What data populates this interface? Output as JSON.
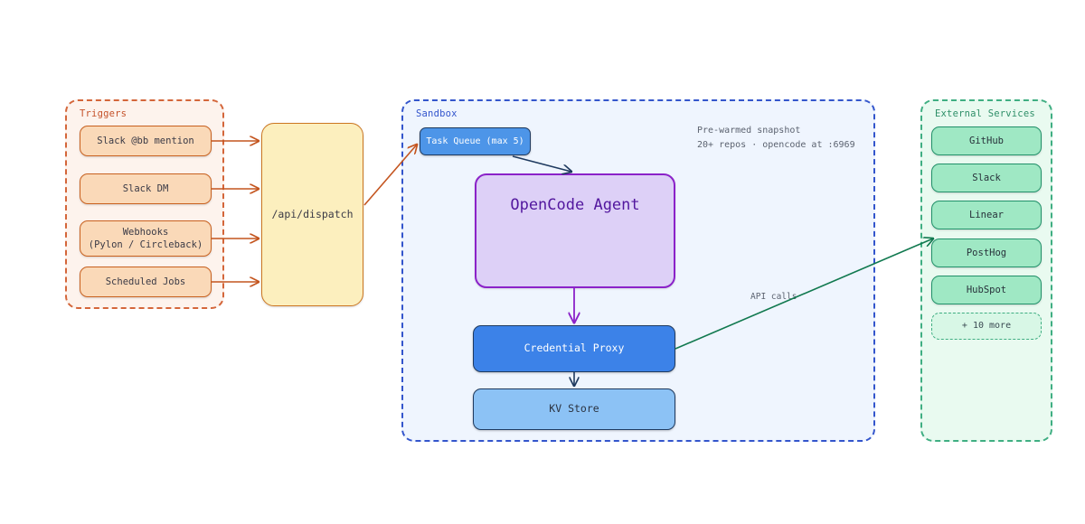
{
  "groups": {
    "triggers": {
      "label": "Triggers",
      "color": "#c5522a"
    },
    "sandbox": {
      "label": "Sandbox",
      "color": "#3355cc"
    },
    "external": {
      "label": "External Services",
      "color": "#2e8f68"
    }
  },
  "triggers": [
    {
      "label": "Slack @bb mention"
    },
    {
      "label": "Slack DM"
    },
    {
      "label": "Webhooks",
      "sub": "(Pylon / Circleback)"
    },
    {
      "label": "Scheduled Jobs"
    }
  ],
  "dispatch": {
    "label": "/api/dispatch"
  },
  "sandbox": {
    "task_queue": {
      "label": "Task Queue (max 5)"
    },
    "agent": {
      "label": "OpenCode Agent"
    },
    "credential_proxy": {
      "label": "Credential Proxy"
    },
    "kv_store": {
      "label": "KV Store"
    },
    "note_line1": "Pre-warmed snapshot",
    "note_line2": "20+ repos · opencode at :6969"
  },
  "services": [
    {
      "label": "GitHub"
    },
    {
      "label": "Slack"
    },
    {
      "label": "Linear"
    },
    {
      "label": "PostHog"
    },
    {
      "label": "HubSpot"
    }
  ],
  "services_more": {
    "label": "+ 10 more"
  },
  "edges": {
    "api_calls_label": "API calls"
  },
  "colors": {
    "trigger_arrow": "#c4551f",
    "queue_arrow": "#1f3a5f",
    "agent_arrow": "#8b22c9",
    "api_arrow": "#11794f",
    "trigger_group": "#d4663a",
    "sandbox_group": "#3355cc",
    "external_group": "#3fae82"
  }
}
